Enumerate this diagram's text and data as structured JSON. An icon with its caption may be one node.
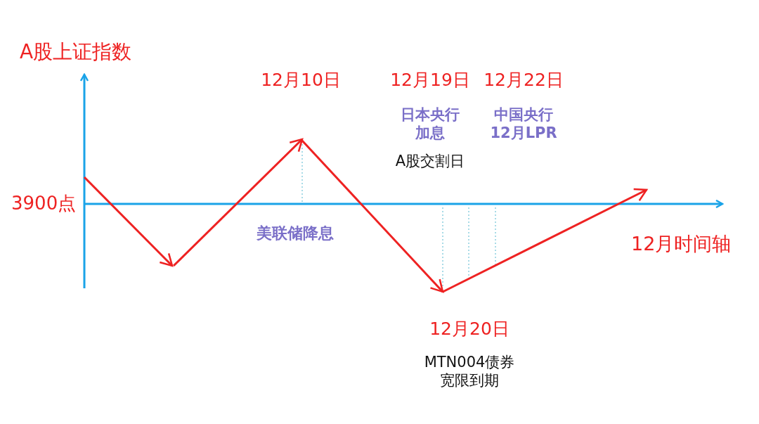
{
  "diagram": {
    "labels": [
      "A股上证指数",
      "12月10日",
      "12月19日",
      "12月22日",
      "日本央行加息",
      "中国央行12月LPR",
      "A股交割日",
      "3900点",
      "美联储降息",
      "12月时间轴",
      "12月20日",
      "MTN004债券宽限到期"
    ]
  }
}
